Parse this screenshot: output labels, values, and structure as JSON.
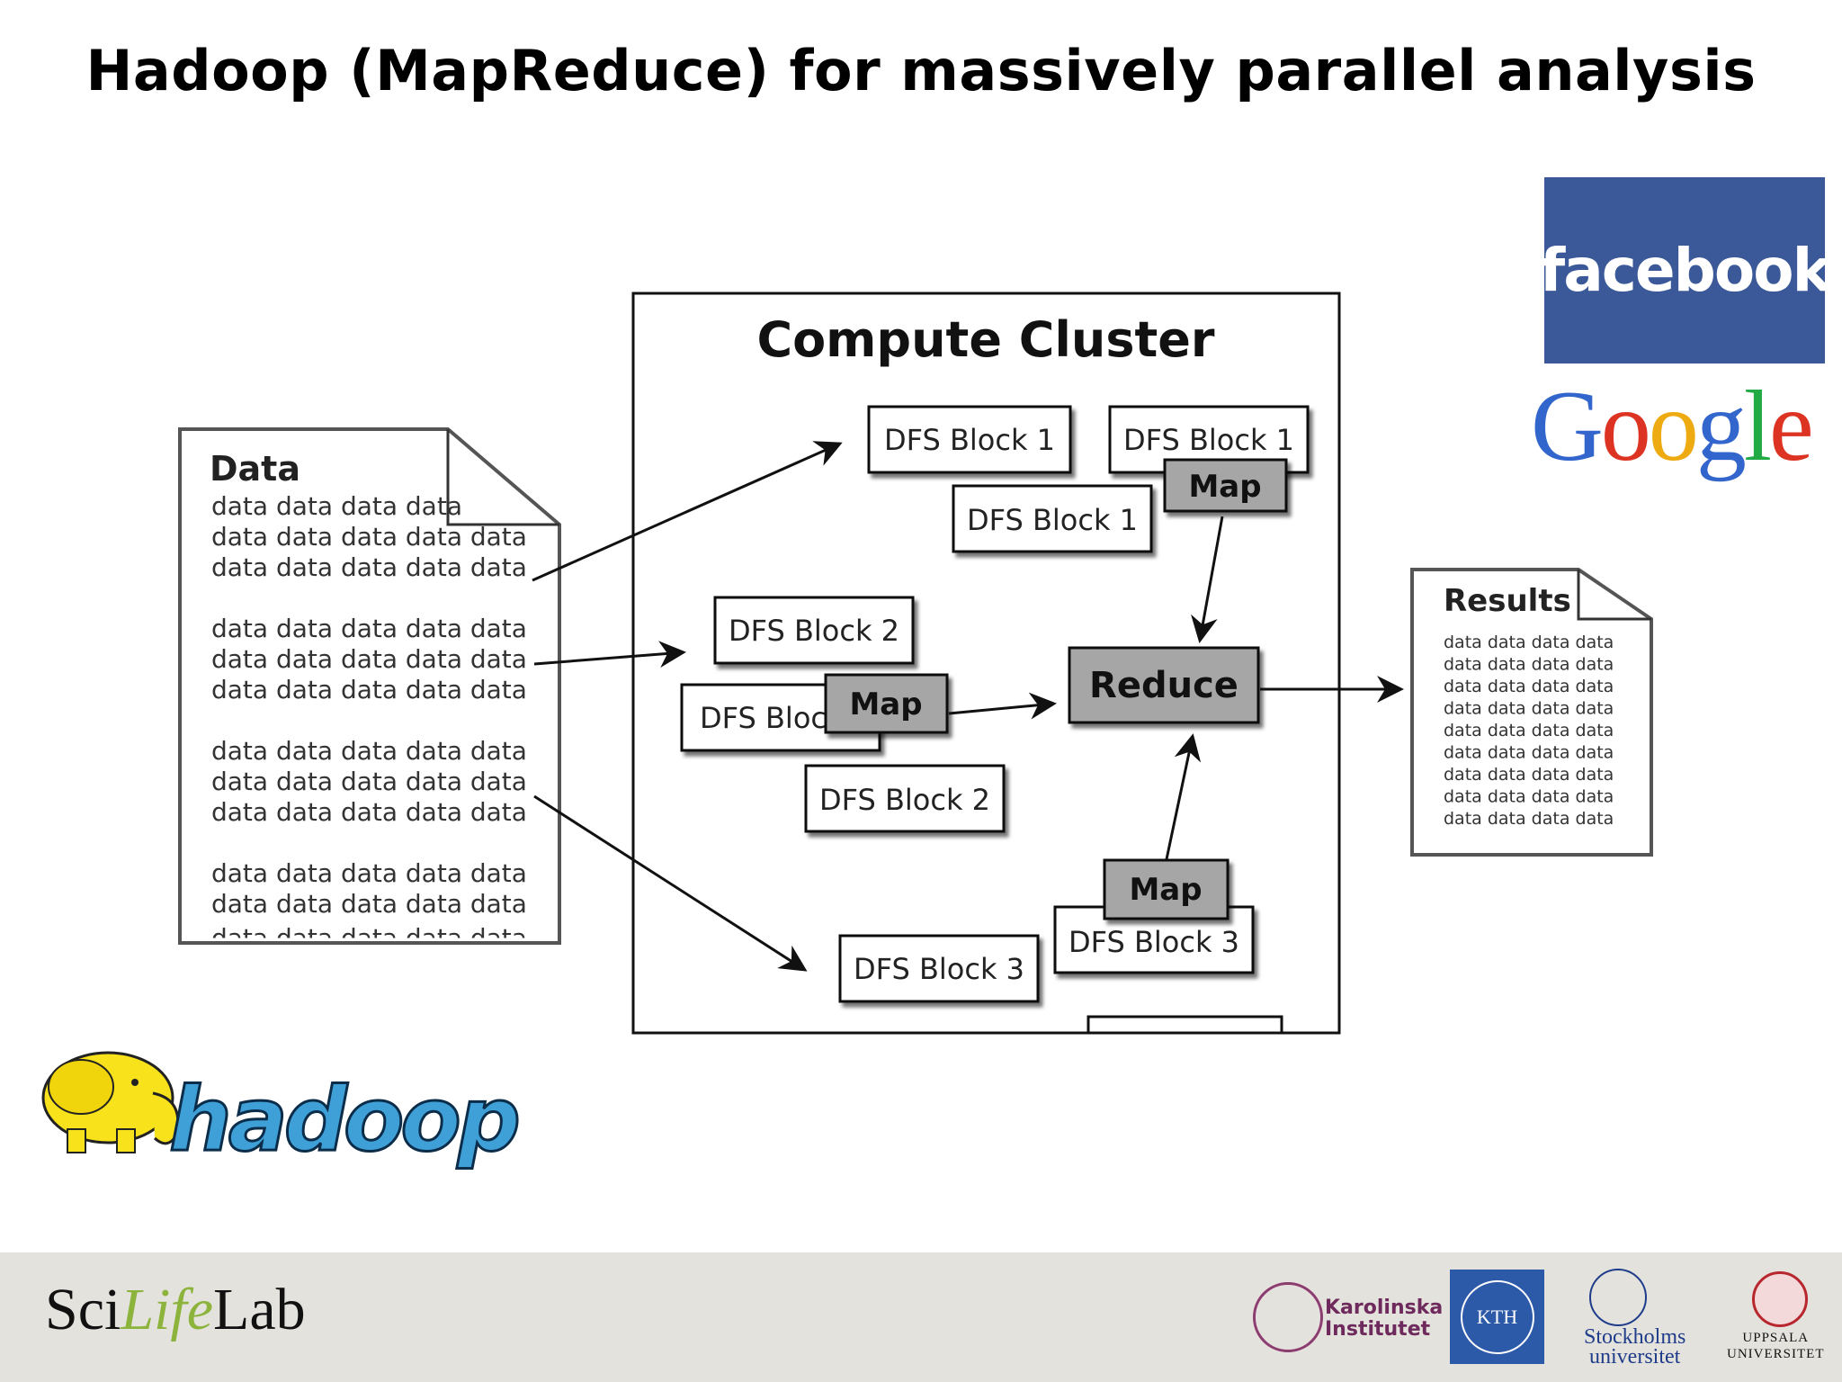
{
  "title": "Hadoop (MapReduce) for massively parallel analysis",
  "diagram": {
    "cluster_title": "Compute Cluster",
    "data_doc_title": "Data",
    "data_word": "data",
    "results_title": "Results",
    "block1": "DFS Block 1",
    "block2": "DFS Block 2",
    "block3": "DFS Block 3",
    "block2_partial": "DFS Bloc",
    "map": "Map",
    "reduce": "Reduce"
  },
  "logos": {
    "facebook": "facebook",
    "google": "Google",
    "hadoop": "hadoop",
    "scilifelab": {
      "sci": "Sci",
      "life": "Life",
      "lab": "Lab"
    },
    "karolinska": [
      "Karolinska",
      "Institutet"
    ],
    "kth": "KTH",
    "stockholm": [
      "Stockholms",
      "universitet"
    ],
    "uppsala": [
      "UPPSALA",
      "UNIVERSITET"
    ]
  },
  "colors": {
    "map_fill": "#a6a6a6",
    "facebook_blue": "#3b5998",
    "hadoop_blue": "#3fa0d8",
    "hadoop_yellow": "#f7e21b",
    "footer_bg": "#e4e2dd",
    "google": [
      "#3366cc",
      "#dd3322",
      "#eeaa11",
      "#3366cc",
      "#22aa44",
      "#dd3322"
    ]
  }
}
